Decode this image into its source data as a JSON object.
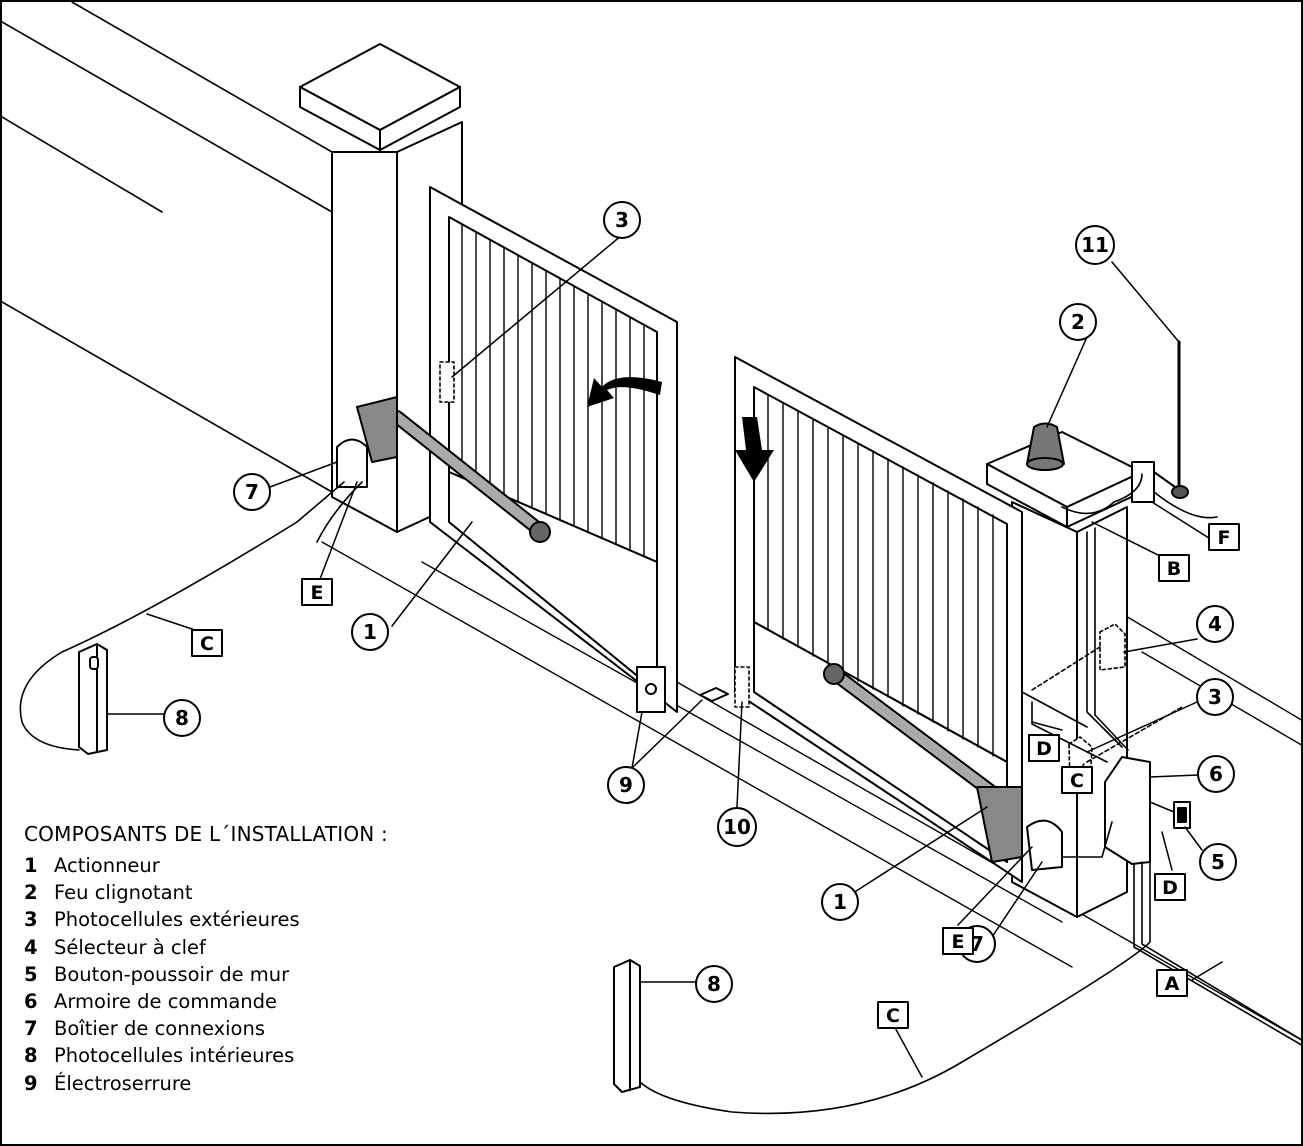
{
  "legend": {
    "title": "COMPOSANTS DE L´INSTALLATION :",
    "items": [
      {
        "num": "1",
        "label": "Actionneur"
      },
      {
        "num": "2",
        "label": "Feu clignotant"
      },
      {
        "num": "3",
        "label": "Photocellules extérieures"
      },
      {
        "num": "4",
        "label": "Sélecteur à clef"
      },
      {
        "num": "5",
        "label": "Bouton-poussoir de mur"
      },
      {
        "num": "6",
        "label": "Armoire de commande"
      },
      {
        "num": "7",
        "label": "Boîtier de connexions"
      },
      {
        "num": "8",
        "label": "Photocellules intérieures"
      },
      {
        "num": "9",
        "label": "Électroserrure"
      }
    ]
  },
  "callouts": {
    "n1": "1",
    "n2": "2",
    "n3": "3",
    "n4": "4",
    "n5": "5",
    "n6": "6",
    "n7": "7",
    "n8": "8",
    "n9": "9",
    "n10": "10",
    "n11": "11"
  },
  "cables": {
    "a": "A",
    "b": "B",
    "c": "C",
    "d": "D",
    "e": "E",
    "f": "F"
  }
}
